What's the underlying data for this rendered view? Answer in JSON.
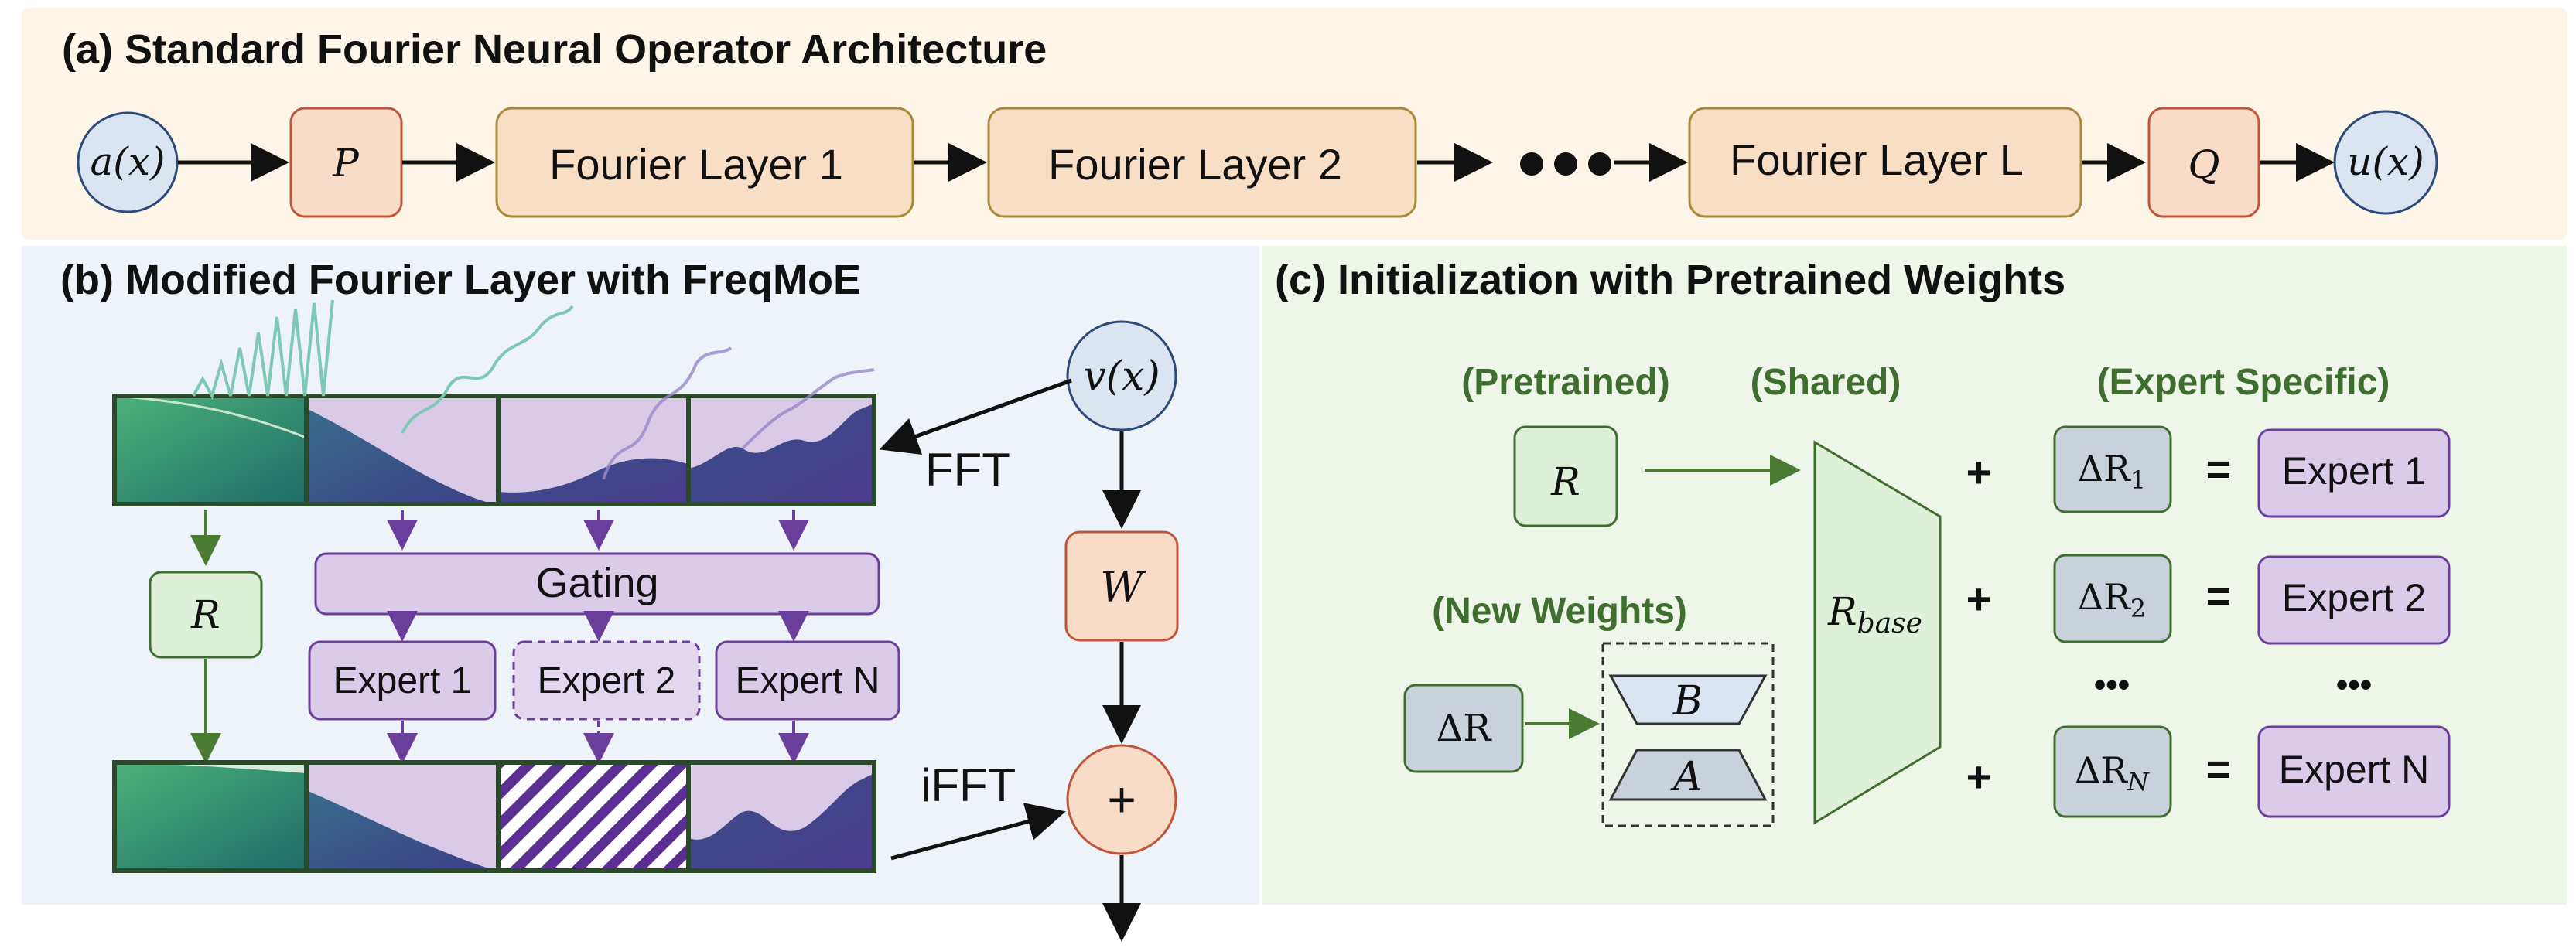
{
  "panel_a": {
    "title": "(a) Standard Fourier Neural Operator Architecture",
    "input_label": "a(x)",
    "p_label": "P",
    "layer1_label": "Fourier Layer 1",
    "layer2_label": "Fourier Layer 2",
    "layerL_label": "Fourier Layer L",
    "q_label": "Q",
    "output_label": "u(x)"
  },
  "panel_b": {
    "title": "(b) Modified Fourier Layer with FreqMoE",
    "fft_label": "FFT",
    "ifft_label": "iFFT",
    "r_label": "R",
    "gating_label": "Gating",
    "expert1_label": "Expert 1",
    "expert2_label": "Expert 2",
    "expertN_label": "Expert N",
    "v_label": "v(x)",
    "w_label": "W",
    "plus_label": "+"
  },
  "panel_c": {
    "title": "(c) Initialization with Pretrained Weights",
    "pretrained_label": "(Pretrained)",
    "shared_label": "(Shared)",
    "expert_specific_label": "(Expert Specific)",
    "new_weights_label": "(New Weights)",
    "r_label": "R",
    "delta_r_label": "ΔR",
    "b_label": "B",
    "a_label": "A",
    "rbase_main": "R",
    "rbase_sub": "base",
    "delta_main": "ΔR",
    "rows": [
      {
        "plus": "+",
        "sub": "1",
        "equals": "=",
        "expert": "Expert 1"
      },
      {
        "plus": "+",
        "sub": "2",
        "equals": "=",
        "expert": "Expert 2"
      },
      {
        "plus": "+",
        "sub": "N",
        "equals": "=",
        "expert": "Expert N"
      }
    ],
    "ellipsis": "•••"
  },
  "colors": {
    "panel_a_bg": "#fdf6e8",
    "panel_b_bg": "#eef3f9",
    "panel_c_bg": "#eef6ea",
    "orange_fill": "#f8dcc8",
    "orange_stroke": "#c0553a",
    "blue_fill": "#dbe5f2",
    "blue_stroke": "#2c4a7a",
    "green_fill": "#dff0d8",
    "green_stroke": "#3f6f2f",
    "purple_fill": "#dacbe9",
    "purple_stroke": "#6a3f9c",
    "grey_fill": "#c9d1db",
    "arrow_green": "#4b7a33"
  }
}
